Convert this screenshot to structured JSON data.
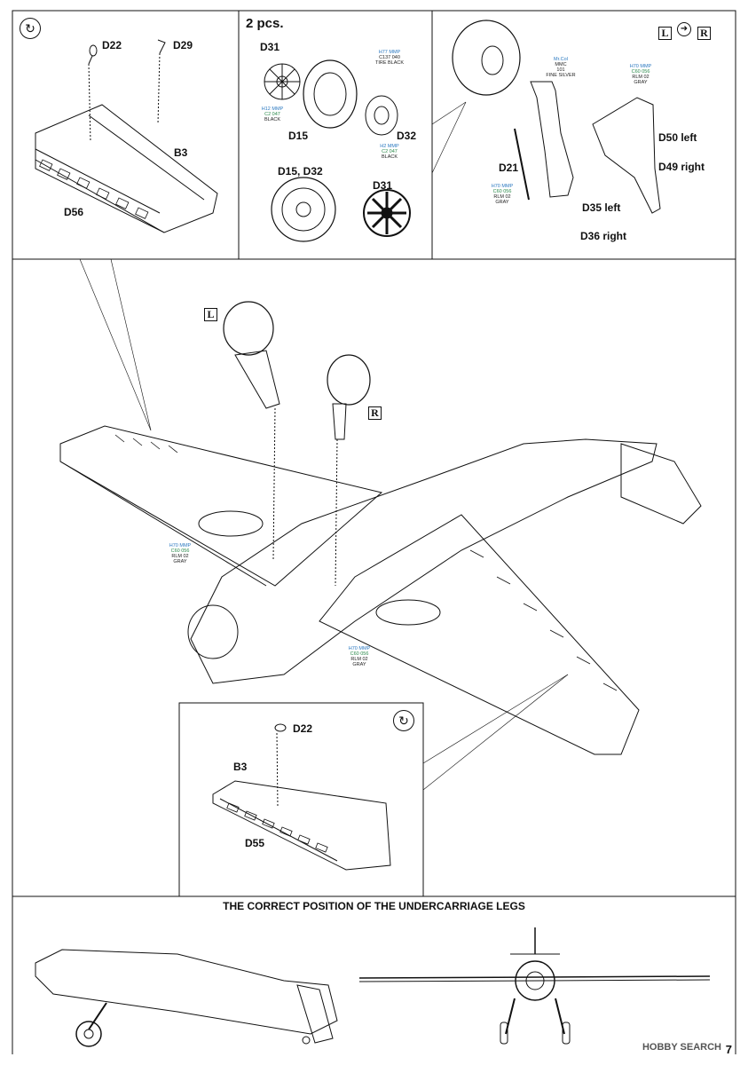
{
  "header": {
    "pcs": "2 pcs."
  },
  "panels": {
    "top_left": {
      "parts": [
        "D22",
        "D29",
        "B3",
        "D56"
      ]
    },
    "top_middle": {
      "parts": [
        "D31",
        "D15",
        "D32",
        "D15, D32",
        "D31"
      ],
      "paints": [
        {
          "line1": "H77 MMP",
          "line2": "C137 040",
          "line3": "TIRE BLACK"
        },
        {
          "line1": "H12 MMP",
          "line2": "C2 047",
          "line3": "BLACK"
        },
        {
          "line1": "H2 MMP",
          "line2": "C2 047",
          "line3": "BLACK"
        }
      ]
    },
    "top_right": {
      "badge_left": "L",
      "badge_right": "R",
      "parts": [
        "D50 left",
        "D49 right",
        "D21",
        "D35 left",
        "D36 right"
      ],
      "paints": [
        {
          "line1": "Mr.Col",
          "line2": "MMC",
          "line3": "101",
          "line4": "FINE SILVER"
        },
        {
          "line1": "H70 MMP",
          "line2": "C60 056",
          "line3": "RLM 02",
          "line4": "GRAY"
        },
        {
          "line1": "H70 MMP",
          "line2": "C60 056",
          "line3": "RLM 02",
          "line4": "GRAY"
        }
      ]
    },
    "main": {
      "badge_left": "L",
      "badge_right": "R",
      "paints": [
        {
          "line1": "H70 MMP",
          "line2": "C60 056",
          "line3": "RLM 02",
          "line4": "GRAY"
        },
        {
          "line1": "H70 MMP",
          "line2": "C60 056",
          "line3": "RLM 02",
          "line4": "GRAY"
        }
      ]
    },
    "inset": {
      "parts": [
        "D22",
        "B3",
        "D55"
      ]
    },
    "bottom": {
      "banner": "THE CORRECT POSITION OF THE UNDERCARRIAGE LEGS"
    }
  },
  "footer": {
    "page_number": "7",
    "watermark": "HOBBY SEARCH"
  }
}
